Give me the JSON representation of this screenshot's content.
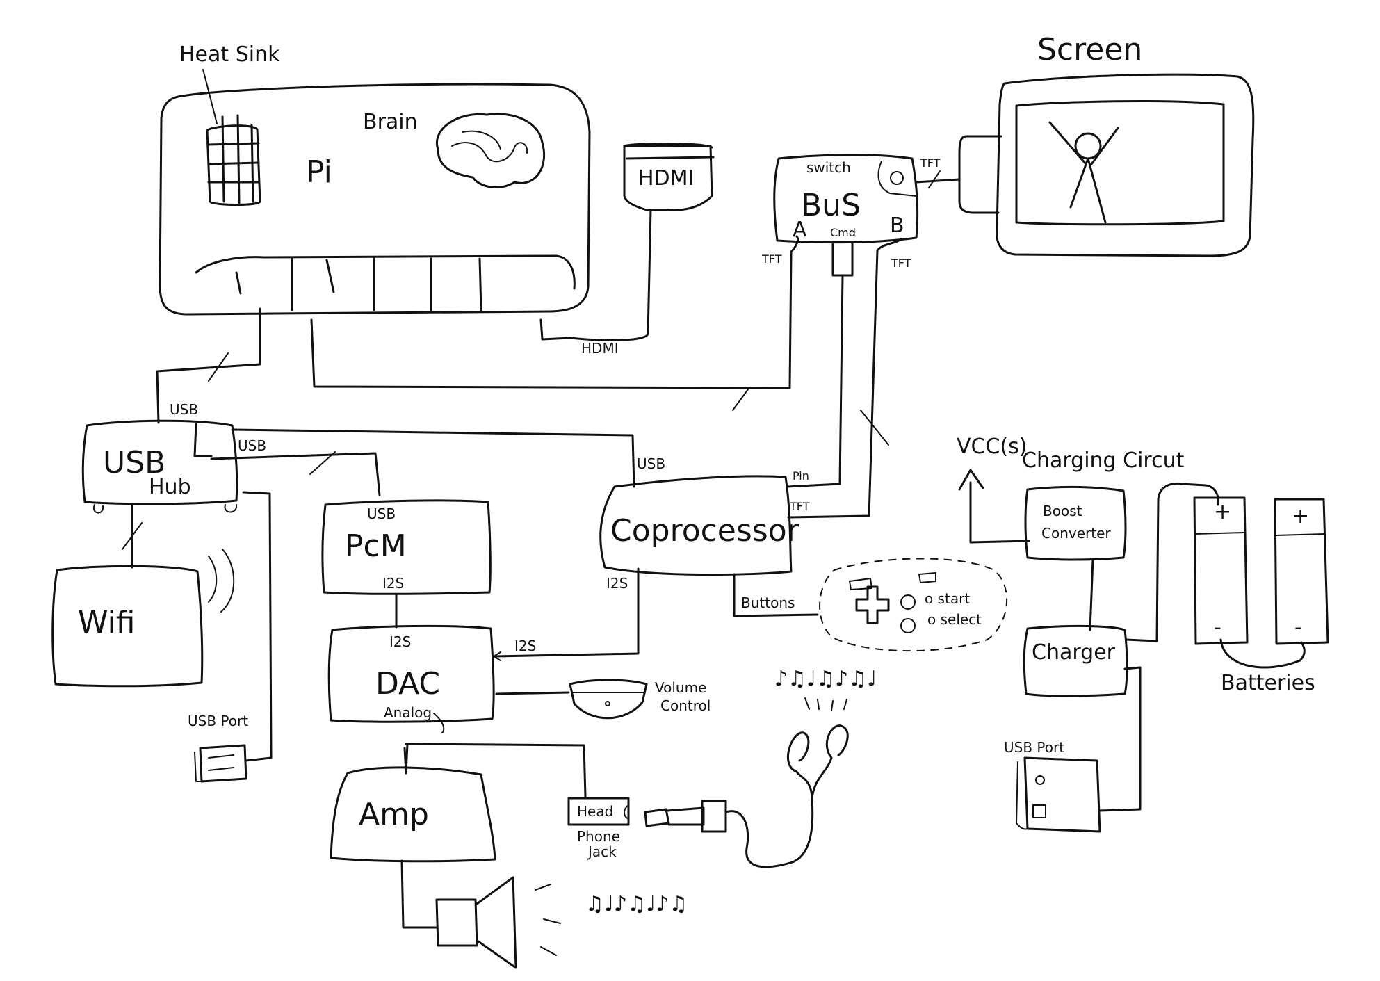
{
  "labels": {
    "heat_sink": "Heat Sink",
    "brain": "Brain",
    "pi": "Pi",
    "hdmi_board": "HDMI",
    "hdmi_wire": "HDMI",
    "switch": "switch",
    "bus": "BuS",
    "bus_a": "A",
    "bus_cmd": "Cmd",
    "bus_b": "B",
    "tft_screen": "TFT",
    "tft_a": "TFT",
    "tft_b": "TFT",
    "screen": "Screen",
    "usb_hub": "USB",
    "usb_hub_sub": "Hub",
    "usb_up": "USB",
    "usb_pcm": "USB",
    "usb_coproc": "USB",
    "wifi": "Wifi",
    "usb_port_left": "USB Port",
    "pcm": "PcM",
    "pcm_usb": "USB",
    "pcm_i2s": "I2S",
    "dac_i2s": "I2S",
    "dac": "DAC",
    "dac_analog": "Analog",
    "coproc_i2s_out": "I2S",
    "dac_i2s_in": "I2S",
    "coprocessor": "Coprocessor",
    "coproc_pin": "Pin",
    "coproc_tft": "TFT",
    "buttons": "Buttons",
    "start": "o start",
    "select": "o select",
    "volume_control": "Volume Control",
    "amp": "Amp",
    "headphone_jack": "Head Phone Jack",
    "vcc": "VCC(s)",
    "charging_circuit": "Charging Circut",
    "boost_converter": "Boost Converter",
    "charger": "Charger",
    "usb_port_right": "USB Port",
    "batteries": "Batteries",
    "battery_plus": "+",
    "battery_minus": "-"
  }
}
